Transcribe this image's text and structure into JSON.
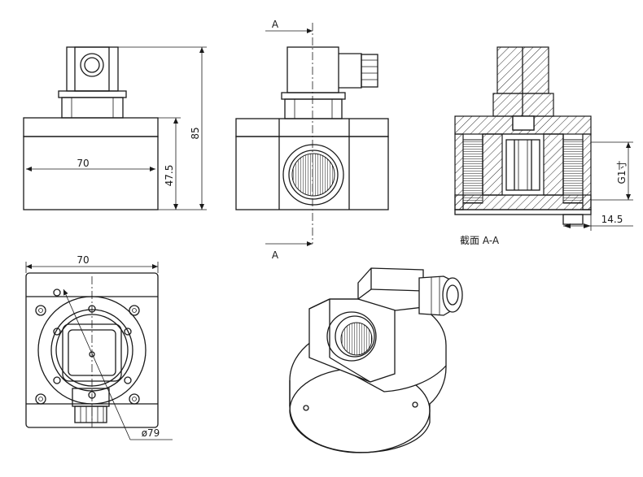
{
  "dimensions": {
    "front_width": "70",
    "base_height": "47.5",
    "total_height": "85",
    "thread": "G1寸",
    "thread_depth": "14.5",
    "bottom_width": "70",
    "flange_diameter": "ø79"
  },
  "section": {
    "marker_top": "A",
    "marker_bottom": "A",
    "caption": "截面  A-A"
  }
}
